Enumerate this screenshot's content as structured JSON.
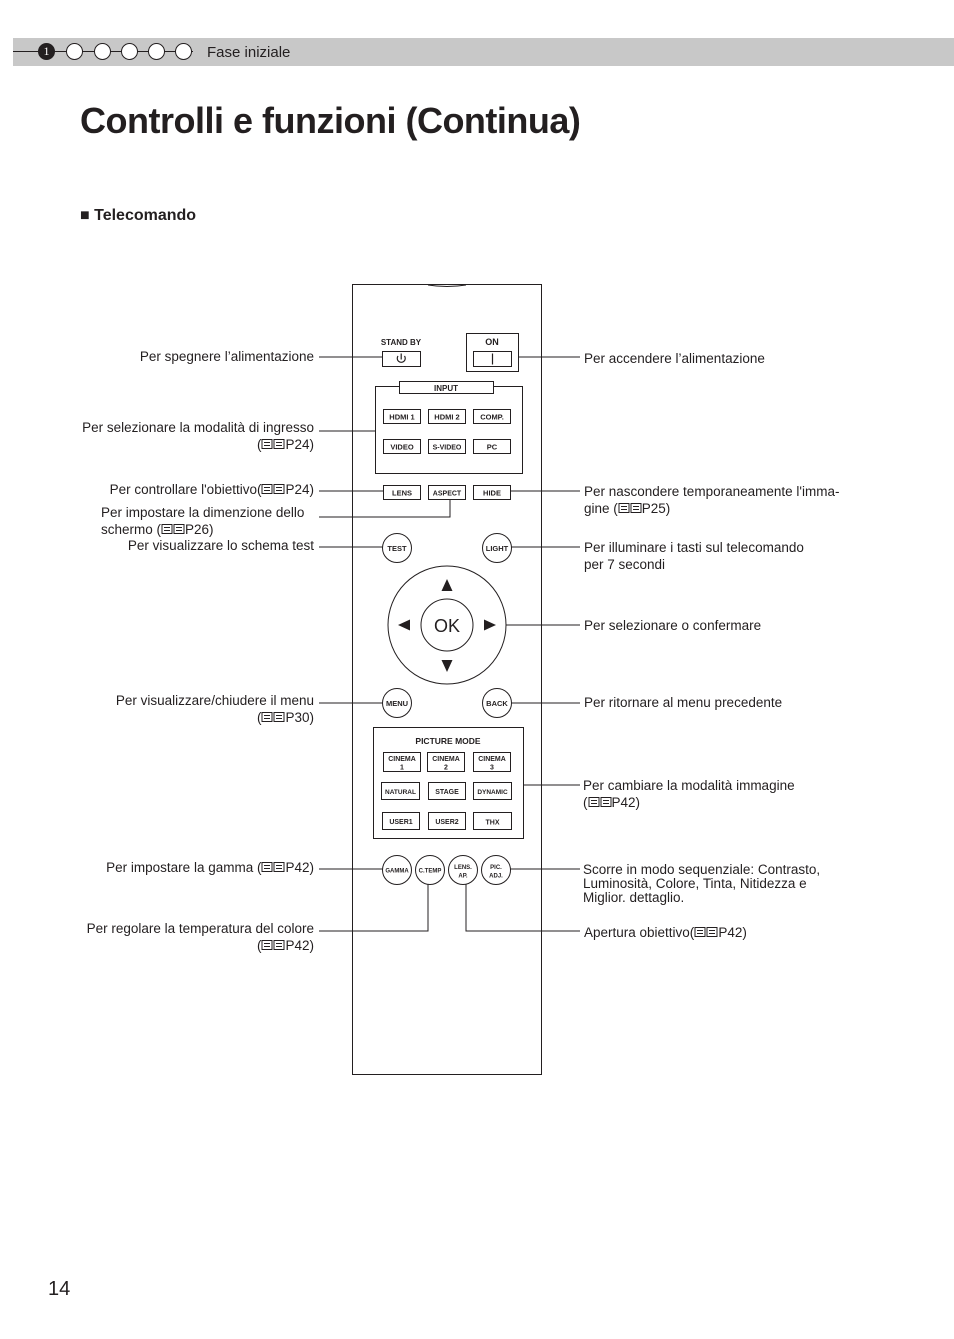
{
  "header": {
    "steps": [
      "1",
      "",
      "",
      "",
      "",
      ""
    ],
    "section": "Fase iniziale"
  },
  "page_title": "Controlli e funzioni (Continua)",
  "subsection": "■ Telecomando",
  "remote": {
    "stand_by": "STAND BY",
    "on": "ON",
    "input": "INPUT",
    "hdmi1": "HDMI 1",
    "hdmi2": "HDMI 2",
    "comp": "COMP.",
    "video": "VIDEO",
    "svideo": "S-VIDEO",
    "pc": "PC",
    "lens": "LENS",
    "aspect": "ASPECT",
    "hide": "HIDE",
    "test": "TEST",
    "light": "LIGHT",
    "ok": "OK",
    "menu": "MENU",
    "back": "BACK",
    "picture_mode": "PICTURE MODE",
    "cinema1": [
      "CINEMA",
      "1"
    ],
    "cinema2": [
      "CINEMA",
      "2"
    ],
    "cinema3": [
      "CINEMA",
      "3"
    ],
    "natural": "NATURAL",
    "stage": "STAGE",
    "dynamic": "DYNAMIC",
    "user1": "USER1",
    "user2": "USER2",
    "thx": "THX",
    "gamma": "GAMMA",
    "ctemp": "C.TEMP",
    "lensap": [
      "LENS.",
      "AP."
    ],
    "picadj": [
      "PIC.",
      "ADJ."
    ]
  },
  "labels": {
    "power_off": "Per spegnere l’alimentazione",
    "power_on": "Per accendere l’alimentazione",
    "input_l1": "Per selezionare la modalità di ingresso",
    "input_ref": "P24)",
    "lens_text": "Per controllare l'obiettivo(",
    "lens_ref": "P24)",
    "aspect_l1": "Per impostare la dimenzione dello",
    "aspect_l2": "schermo (",
    "aspect_ref": "P26)",
    "test": "Per visualizzare lo schema test",
    "hide_l1": "Per nascondere temporaneamente l'imma-",
    "hide_l2": "gine (",
    "hide_ref": "P25)",
    "light_l1": "Per illuminare i tasti sul telecomando",
    "light_l2": "per 7 secondi",
    "select": "Per selezionare o confermare",
    "menu_l1": "Per visualizzare/chiudere il menu",
    "menu_ref": "P30)",
    "back": "Per ritornare al menu precedente",
    "picture_l1": "Per cambiare la modalità immagine",
    "picture_ref": "P42)",
    "gamma_text": "Per impostare la gamma (",
    "gamma_ref": "P42)",
    "picadj_l1": "Scorre in modo sequenziale: Contrasto,",
    "picadj_l2": "Luminosità, Colore, Tinta, Nitidezza e",
    "picadj_l3": "Miglior. dettaglio.",
    "ctemp_l1": "Per regolare la temperatura del colore",
    "ctemp_ref": "P42)",
    "lensap_text": "Apertura obiettivo(",
    "lensap_ref": "P42)"
  },
  "page_number": "14"
}
